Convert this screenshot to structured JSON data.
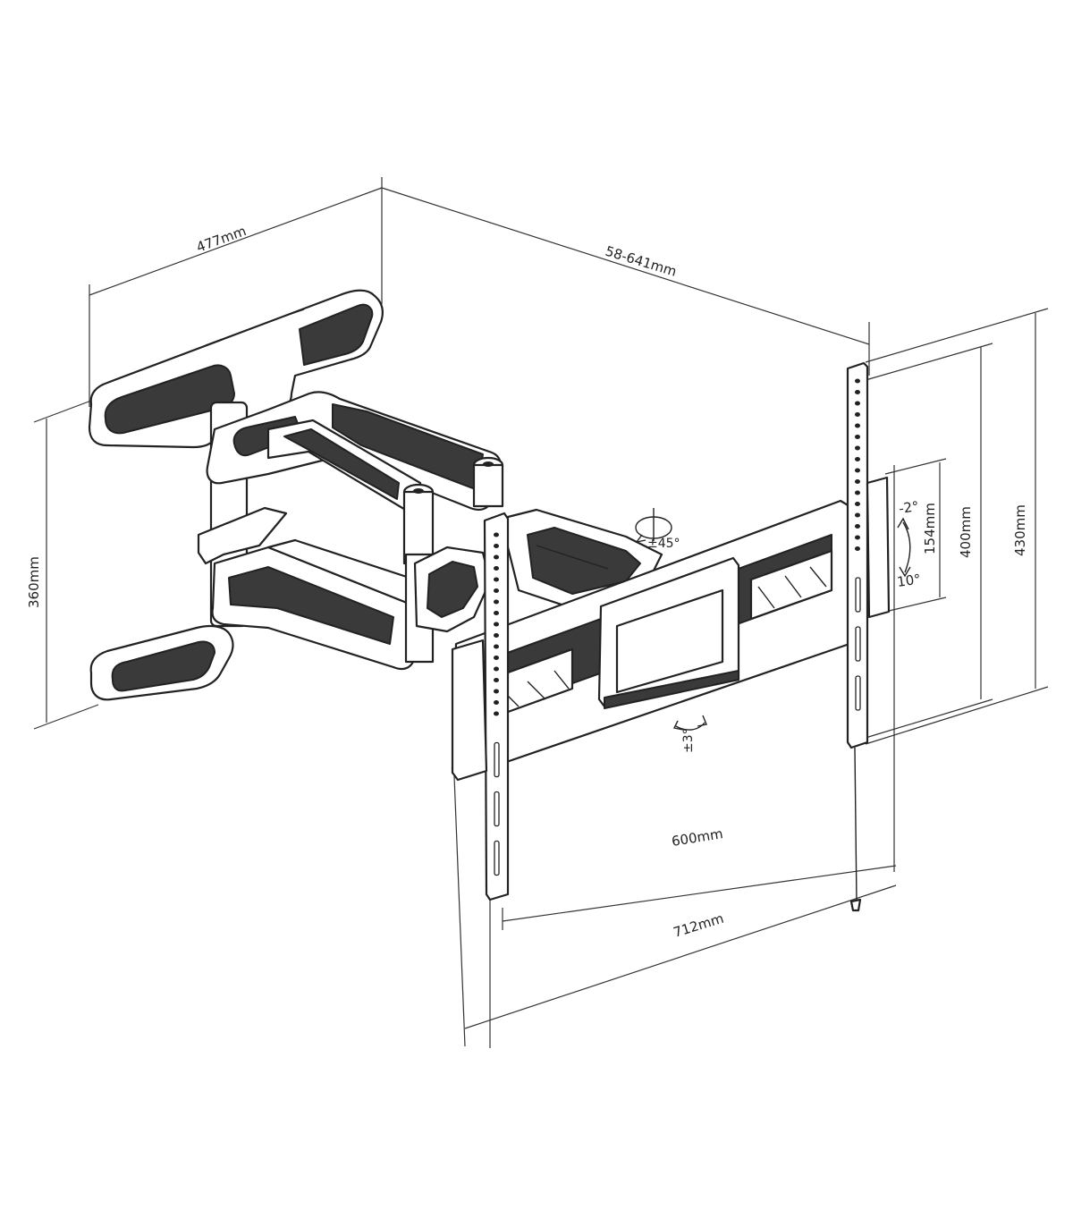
{
  "dimensions": {
    "depth_477": "477mm",
    "extension_range": "58-641mm",
    "height_360": "360mm",
    "height_430": "430mm",
    "height_400": "400mm",
    "height_154": "154mm",
    "width_600": "600mm",
    "width_712": "712mm"
  },
  "angles": {
    "swivel": "±45°",
    "rotate": "±3°",
    "tilt_up": "-2°",
    "tilt_down": "10°"
  },
  "colors": {
    "line": "#222222",
    "background": "#ffffff"
  }
}
